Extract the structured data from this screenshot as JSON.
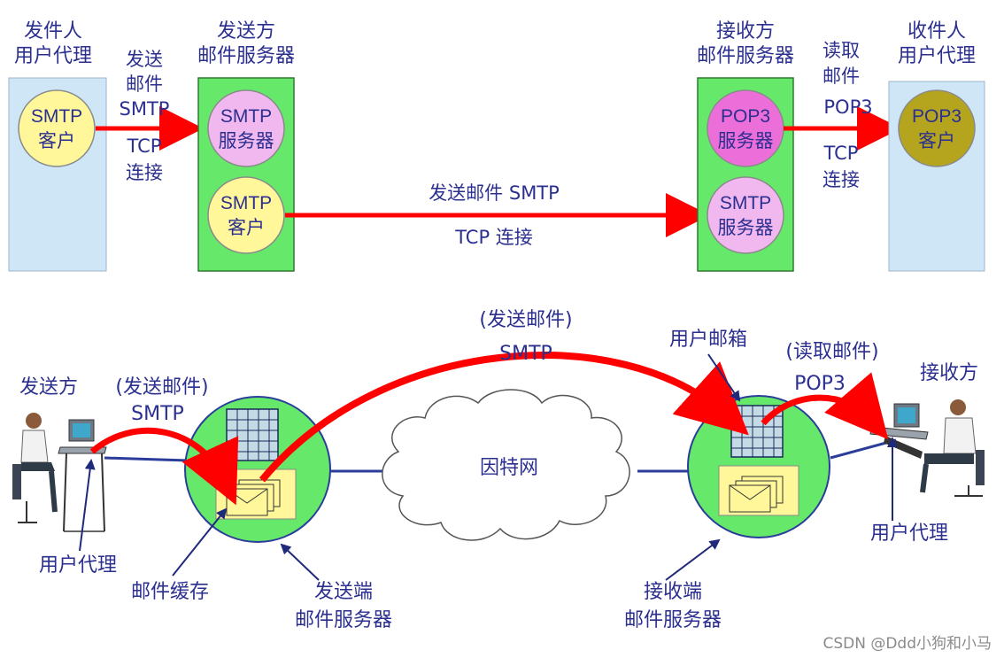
{
  "colors": {
    "text": "#2b2f8f",
    "agent_panel": "#cfe6f7",
    "server_panel": "#66e86a",
    "arrow": "#ff0000",
    "smtp_client": "#fff79a",
    "smtp_server": "#f0b8ef",
    "pop3_server": "#ec6fd9",
    "pop3_client": "#b5a51e",
    "server_disc": "#66e86a",
    "mailbox": "#c4dbe6",
    "envelope_bg": "#fff79a"
  },
  "top": {
    "sender_agent": {
      "line1": "发件人",
      "line2": "用户代理",
      "circle_line1": "SMTP",
      "circle_line2": "客户"
    },
    "arrow1_label": {
      "line1": "发送",
      "line2": "邮件",
      "line3": "SMTP",
      "line4": "TCP",
      "line5": "连接"
    },
    "send_server": {
      "line1": "发送方",
      "line2": "邮件服务器",
      "smtp_server_line1": "SMTP",
      "smtp_server_line2": "服务器",
      "smtp_client_line1": "SMTP",
      "smtp_client_line2": "客户"
    },
    "middle_arrow": {
      "line1": "发送邮件 SMTP",
      "line2": "TCP 连接"
    },
    "recv_server": {
      "line1": "接收方",
      "line2": "邮件服务器",
      "pop3_line1": "POP3",
      "pop3_line2": "服务器",
      "smtp_line1": "SMTP",
      "smtp_line2": "服务器"
    },
    "arrow2_label": {
      "line1": "读取",
      "line2": "邮件",
      "line3": "POP3",
      "line4": "TCP",
      "line5": "连接"
    },
    "receiver_agent": {
      "line1": "收件人",
      "line2": "用户代理",
      "circle_line1": "POP3",
      "circle_line2": "客户"
    }
  },
  "bottom": {
    "sender": "发送方",
    "send_smtp": {
      "line1": "(发送邮件)",
      "line2": "SMTP"
    },
    "user_agent_left": "用户代理",
    "mail_cache": "邮件缓存",
    "send_server": {
      "line1": "发送端",
      "line2": "邮件服务器"
    },
    "internet": "因特网",
    "transfer": {
      "line1": "(发送邮件)",
      "line2": "SMTP"
    },
    "mailbox": "用户邮箱",
    "read_pop3": {
      "line1": "(读取邮件)",
      "line2": "POP3"
    },
    "receiver": "接收方",
    "user_agent_right": "用户代理",
    "recv_server": {
      "line1": "接收端",
      "line2": "邮件服务器"
    }
  },
  "watermark": "CSDN @Ddd小狗和小马"
}
